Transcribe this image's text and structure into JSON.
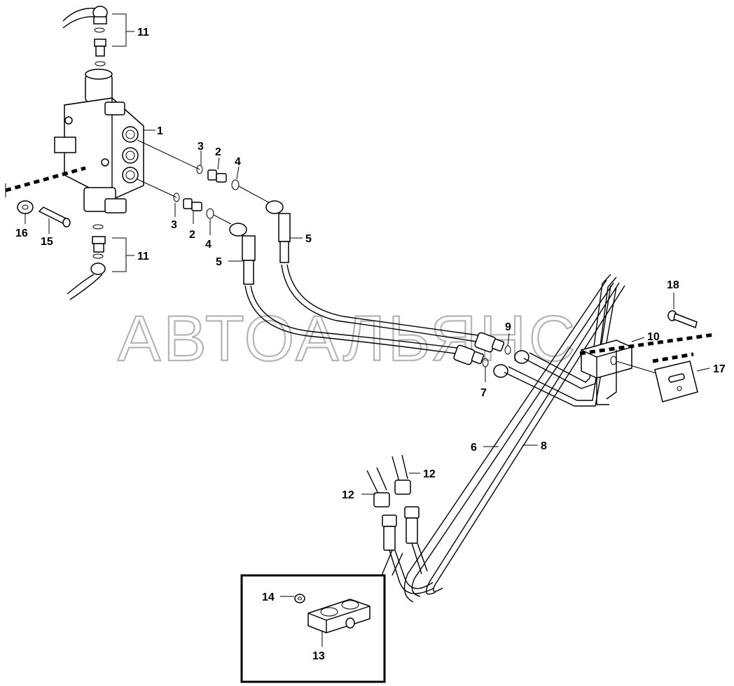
{
  "watermark": "АВТОАЛЬЯНС",
  "labels": {
    "l1": "1",
    "l2a": "2",
    "l2b": "2",
    "l3a": "3",
    "l3b": "3",
    "l4a": "4",
    "l4b": "4",
    "l5a": "5",
    "l5b": "5",
    "l6": "6",
    "l7": "7",
    "l8": "8",
    "l9": "9",
    "l10": "10",
    "l11a": "11",
    "l11b": "11",
    "l12a": "12",
    "l12b": "12",
    "l13": "13",
    "l14": "14",
    "l15": "15",
    "l16": "16",
    "l17": "17",
    "l18": "18"
  }
}
